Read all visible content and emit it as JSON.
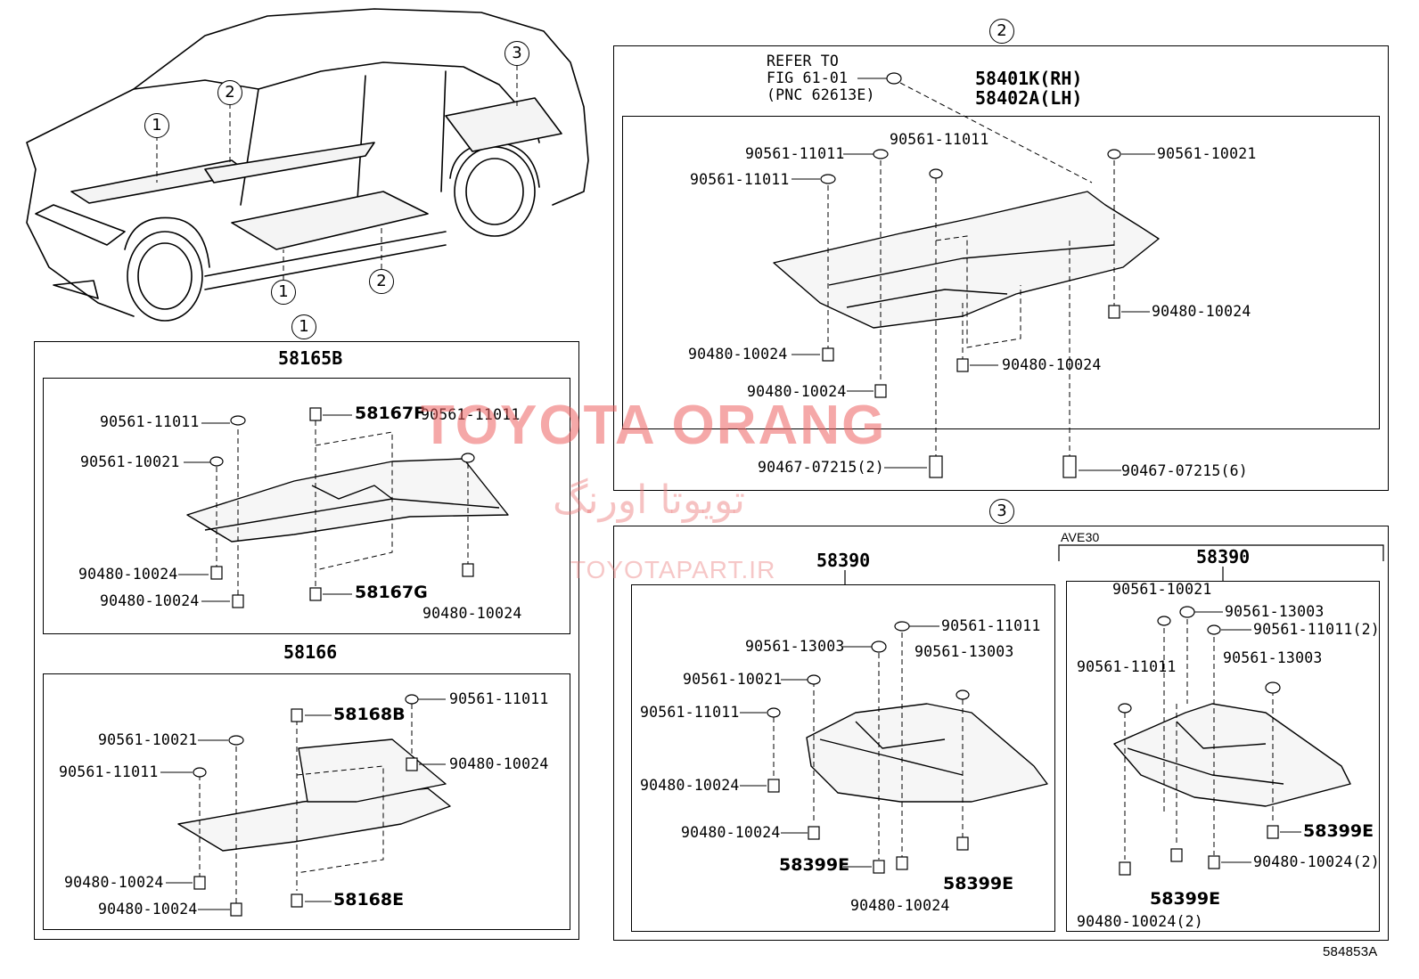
{
  "callouts": {
    "one": "1",
    "two": "2",
    "three": "3"
  },
  "watermark": {
    "title": "TOYOTA ORANG",
    "persian": "تویوتا اورنگ",
    "url": "TOYOTAPART.IR"
  },
  "figure_id": "584853A",
  "section1": {
    "top_part": "58165B",
    "top_labels": {
      "clip_a": "90561-11011",
      "clip_b": "90561-10021",
      "nut_a": "90480-10024",
      "nut_b": "90480-10024",
      "p58167f": "58167F",
      "clip_c": "90561-11011",
      "p58167g": "58167G",
      "nut_c": "90480-10024"
    },
    "bottom_part": "58166",
    "bottom_labels": {
      "p58168b": "58168B",
      "clip_a": "90561-11011",
      "clip_b": "90561-10021",
      "clip_c": "90561-11011",
      "nut_a": "90480-10024",
      "nut_b": "90480-10024",
      "nut_c": "90480-10024",
      "p58168e": "58168E"
    }
  },
  "section2": {
    "refer_line1": "REFER TO",
    "refer_line2": "FIG 61-01",
    "refer_line3": "(PNC 62613E)",
    "part_rh": "58401K(RH)",
    "part_lh": "58402A(LH)",
    "labels": {
      "clip_a": "90561-11011",
      "clip_b": "90561-11011",
      "clip_c": "90561-11011",
      "clip_d": "90561-10021",
      "nut_a": "90480-10024",
      "nut_b": "90480-10024",
      "nut_c": "90480-10024",
      "nut_d": "90480-10024",
      "rivet_a": "90467-07215(2)",
      "rivet_b": "90467-07215(6)"
    }
  },
  "section3": {
    "left_part": "58390",
    "left_labels": {
      "clip_a": "90561-11011",
      "clip_b": "90561-13003",
      "clip_c": "90561-13003",
      "clip_d": "90561-10021",
      "clip_e": "90561-11011",
      "nut_a": "90480-10024",
      "nut_b": "90480-10024",
      "p58399e_a": "58399E",
      "p58399e_b": "58399E",
      "nut_c": "90480-10024"
    },
    "variant": "AVE30",
    "right_part": "58390",
    "right_labels": {
      "clip_a": "90561-10021",
      "clip_b": "90561-13003",
      "clip_c": "90561-11011(2)",
      "clip_d": "90561-11011",
      "clip_e": "90561-13003",
      "p58399e_a": "58399E",
      "nut_a": "90480-10024(2)",
      "p58399e_b": "58399E",
      "nut_b": "90480-10024(2)"
    }
  }
}
